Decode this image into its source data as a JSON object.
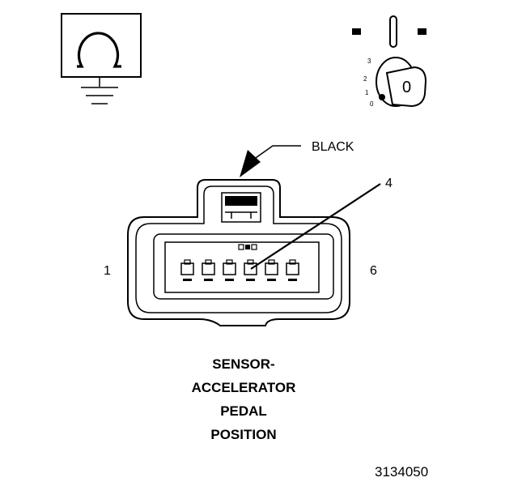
{
  "connector": {
    "wire_color": "BLACK",
    "callout_pin": "4",
    "left_pin": "1",
    "right_pin": "6"
  },
  "ignition_switch": {
    "positions": [
      "3",
      "2",
      "1",
      "0"
    ],
    "key_label": "0"
  },
  "title": {
    "line1": "SENSOR-",
    "line2": "ACCELERATOR",
    "line3": "PEDAL",
    "line4": "POSITION"
  },
  "figure_number": "3134050"
}
